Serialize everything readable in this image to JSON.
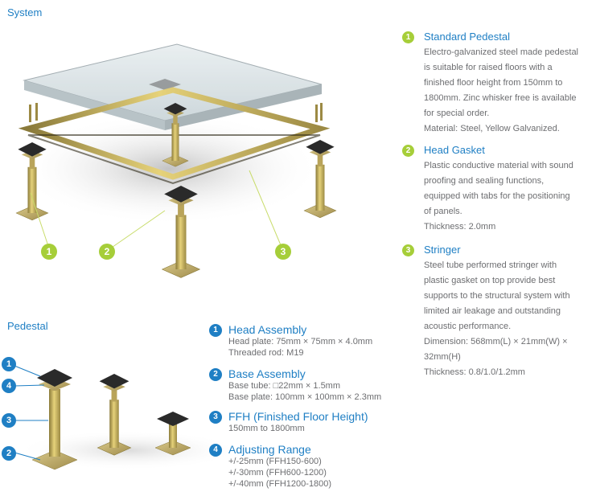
{
  "sections": {
    "system": "System",
    "pedestal": "Pedestal"
  },
  "features": [
    {
      "num": "1",
      "title": "Standard Pedestal",
      "lines": [
        "Electro-galvanized steel made pedestal",
        "is suitable for raised floors with a",
        "finished floor height from 150mm to",
        "1800mm. Zinc whisker free is available",
        "for special order.",
        "Material: Steel, Yellow Galvanized."
      ]
    },
    {
      "num": "2",
      "title": "Head Gasket",
      "lines": [
        "Plastic conductive material with sound",
        "proofing and sealing functions,",
        "equipped with tabs for the positioning",
        "of panels.",
        "Thickness: 2.0mm"
      ]
    },
    {
      "num": "3",
      "title": "Stringer",
      "lines": [
        "Steel tube performed stringer with",
        "plastic gasket on top provide best",
        "supports to the structural system with",
        "limited air leakage and outstanding",
        "acoustic performance.",
        "Dimension: 568mm(L) × 21mm(W) ×",
        "32mm(H)",
        "Thickness: 0.8/1.0/1.2mm"
      ]
    }
  ],
  "specs": [
    {
      "num": "1",
      "title": "Head Assembly",
      "lines": [
        "Head plate: 75mm × 75mm × 4.0mm",
        "Threaded rod: M19"
      ]
    },
    {
      "num": "2",
      "title": "Base Assembly",
      "lines": [
        "Base tube: □22mm × 1.5mm",
        "Base plate: 100mm × 100mm × 2.3mm"
      ]
    },
    {
      "num": "3",
      "title": "FFH (Finished Floor Height)",
      "lines": [
        "150mm to 1800mm"
      ]
    },
    {
      "num": "4",
      "title": "Adjusting Range",
      "lines": [
        "+/-25mm (FFH150-600)",
        "+/-30mm (FFH600-1200)",
        "+/-40mm (FFH1200-1800)"
      ]
    }
  ],
  "callouts": {
    "system": [
      "1",
      "2",
      "3"
    ],
    "pedestal": [
      "1",
      "4",
      "3",
      "2"
    ]
  },
  "colors": {
    "accent_blue": "#1f7fc4",
    "accent_green": "#a6ce39",
    "text_gray": "#6d6e71"
  }
}
